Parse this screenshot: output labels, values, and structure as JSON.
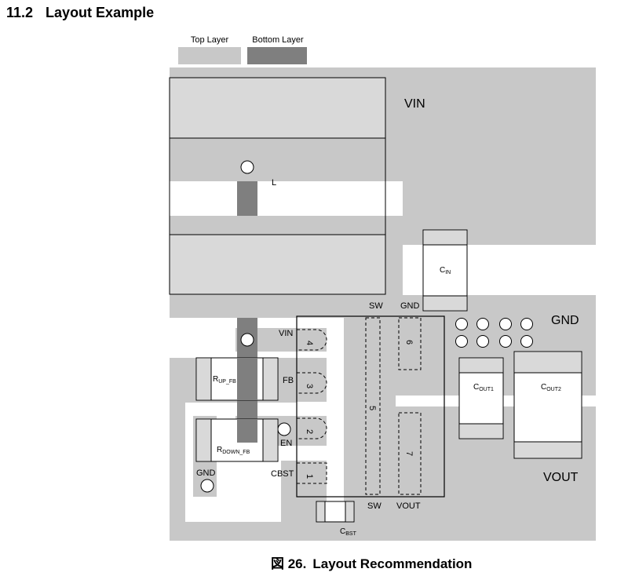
{
  "section": {
    "number": "11.2",
    "title": "Layout Example"
  },
  "legend": {
    "top_layer": "Top Layer",
    "bottom_layer": "Bottom Layer"
  },
  "nets": {
    "vin": "VIN",
    "gnd": "GND",
    "vout": "VOUT"
  },
  "components": {
    "inductor": "L",
    "cin": "C",
    "cin_sub": "IN",
    "cout1": "C",
    "cout1_sub": "OUT1",
    "cout2": "C",
    "cout2_sub": "OUT2",
    "cbst": "C",
    "cbst_sub": "BST",
    "rup": "R",
    "rup_sub": "UP_FB",
    "rdown": "R",
    "rdown_sub": "DOWN_FB"
  },
  "pins": {
    "vin": "VIN",
    "fb": "FB",
    "en": "EN",
    "cbst": "CBST",
    "sw_top": "SW",
    "sw_bottom": "SW",
    "gnd": "GND",
    "vout": "VOUT",
    "gnd_left": "GND",
    "p1": "1",
    "p2": "2",
    "p3": "3",
    "p4": "4",
    "p5": "5",
    "p6": "6",
    "p7": "7"
  },
  "caption": {
    "prefix": "図 26.",
    "text": "Layout Recommendation"
  },
  "colors": {
    "top_layer": "#c8c8c8",
    "bottom_layer": "#7f7f7f",
    "pad": "#d9d9d9",
    "background": "#ffffff"
  }
}
